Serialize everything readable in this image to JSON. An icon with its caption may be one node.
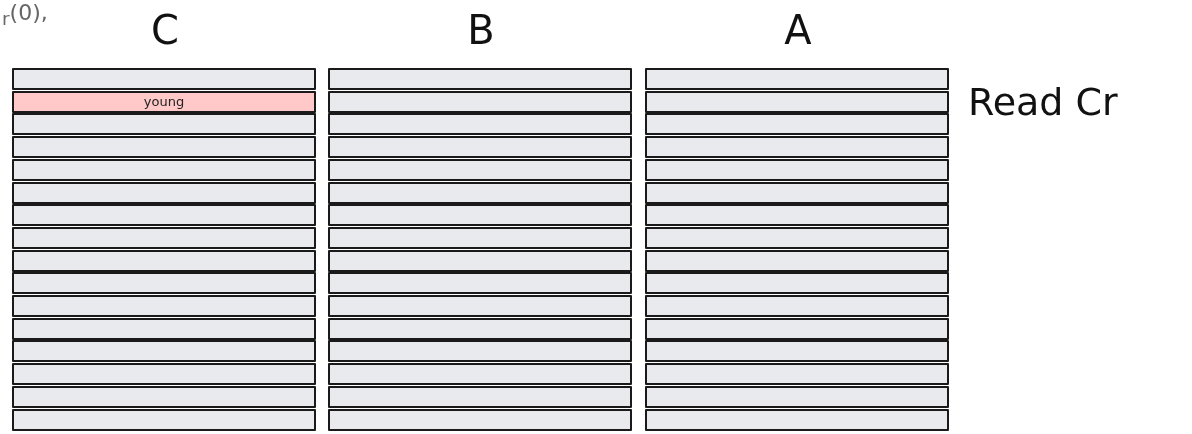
{
  "diagram": {
    "nodes": [
      {
        "text": [
          "C"
        ]
      },
      {
        "text": [],
        "shape": "bar",
        "in": 0
      },
      {
        "text": [
          "young"
        ],
        "in": 0
      },
      {
        "text": [],
        "shape": "bar",
        "in": 0
      },
      {
        "text": [],
        "shape": "bar",
        "in": 0
      },
      {
        "text": [],
        "shape": "bar",
        "in": 0
      },
      {
        "text": [],
        "shape": "bar",
        "in": 0
      },
      {
        "text": [],
        "shape": "bar",
        "in": 0
      },
      {
        "text": [],
        "shape": "bar",
        "in": 0
      },
      {
        "text": [],
        "shape": "bar",
        "in": 0
      },
      {
        "text": [],
        "shape": "bar",
        "in": 0
      },
      {
        "text": [],
        "shape": "bar",
        "in": 0
      },
      {
        "text": [],
        "shape": "bar",
        "in": 0
      },
      {
        "text": [],
        "shape": "bar",
        "in": 0
      },
      {
        "text": [],
        "shape": "bar",
        "in": 0
      },
      {
        "text": [],
        "shape": "bar",
        "in": 0
      },
      {
        "text": [],
        "shape": "bar",
        "in": 0
      },
      {
        "text": [
          "B"
        ]
      },
      {
        "text": [],
        "shape": "bar",
        "in": 17
      },
      {
        "text": [],
        "shape": "bar",
        "in": 17
      },
      {
        "text": [],
        "shape": "bar",
        "in": 17
      },
      {
        "text": [],
        "shape": "bar",
        "in": 17
      },
      {
        "text": [],
        "shape": "bar",
        "in": 17
      },
      {
        "text": [],
        "shape": "bar",
        "in": 17
      },
      {
        "text": [],
        "shape": "bar",
        "in": 17
      },
      {
        "text": [],
        "shape": "bar",
        "in": 17
      },
      {
        "text": [],
        "shape": "bar",
        "in": 17
      },
      {
        "text": [],
        "shape": "bar",
        "in": 17
      },
      {
        "text": [],
        "shape": "bar",
        "in": 17
      },
      {
        "text": [],
        "shape": "bar",
        "in": 17
      },
      {
        "text": [],
        "shape": "bar",
        "in": 17
      },
      {
        "text": [],
        "shape": "bar",
        "in": 17
      },
      {
        "text": [],
        "shape": "bar",
        "in": 17
      },
      {
        "text": [],
        "shape": "bar",
        "in": 17
      },
      {
        "text": [
          "A"
        ]
      },
      {
        "text": [],
        "shape": "bar",
        "in": 34
      },
      {
        "text": [],
        "shape": "bar",
        "in": 34
      },
      {
        "text": [],
        "shape": "bar",
        "in": 34
      },
      {
        "text": [],
        "shape": "bar",
        "in": 34
      },
      {
        "text": [],
        "shape": "bar",
        "in": 34
      },
      {
        "text": [],
        "shape": "bar",
        "in": 34
      },
      {
        "text": [],
        "shape": "bar",
        "in": 34
      },
      {
        "text": [],
        "shape": "bar",
        "in": 34
      },
      {
        "text": [],
        "shape": "bar",
        "in": 34
      },
      {
        "text": [],
        "shape": "bar",
        "in": 34
      },
      {
        "text": [],
        "shape": "bar",
        "in": 34
      },
      {
        "text": [],
        "shape": "bar",
        "in": 34
      },
      {
        "text": [],
        "shape": "bar",
        "in": 34
      },
      {
        "text": [],
        "shape": "bar",
        "in": 34
      },
      {
        "text": [],
        "shape": "bar",
        "in": 34
      },
      {
        "text": [],
        "shape": "bar",
        "in": 34
      }
    ],
    "labels": [
      "$_{r}$(0),",
      "Read Cr"
    ]
  }
}
